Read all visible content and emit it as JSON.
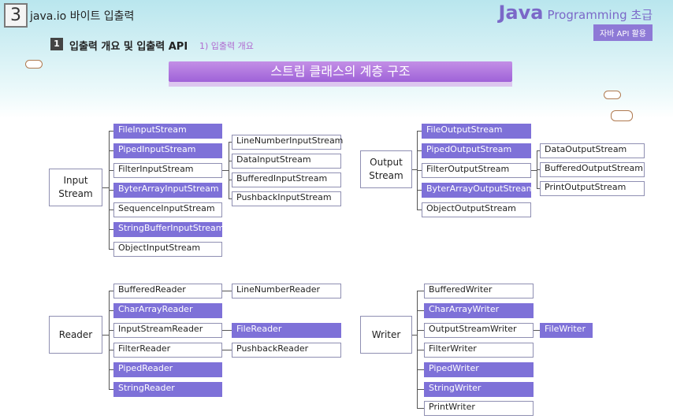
{
  "header": {
    "chapter_number": "3",
    "chapter_title": "java.io 바이트 입출력",
    "brand_java": "Java",
    "brand_programming": "Programming 초급",
    "brand_badge": "자바 API 활용"
  },
  "section": {
    "number": "1",
    "title": "입출력 개요 및 입출력 API",
    "subtitle": "1) 입출력 개요"
  },
  "banner": {
    "title": "스트림 클래스의 계층 구조"
  },
  "hierarchies": {
    "input": {
      "root": "Input Stream",
      "children": [
        "FileInputStream",
        "PipedInputStream",
        "FilterInputStream",
        "ByterArrayInputStream",
        "SequenceInputStream",
        "StringBufferInputStream",
        "ObjectInputStream"
      ],
      "filter_children": [
        "LineNumberInputStream",
        "DataInputStream",
        "BufferedInputStream",
        "PushbackInputStream"
      ]
    },
    "output": {
      "root": "Output Stream",
      "children": [
        "FileOutputStream",
        "PipedOutputStream",
        "FilterOutputStream",
        "ByterArrayOutputStream",
        "ObjectOutputStream"
      ],
      "filter_children": [
        "DataOutputStream",
        "BufferedOutputStream",
        "PrintOutputStream"
      ]
    },
    "reader": {
      "root": "Reader",
      "children": [
        "BufferedReader",
        "CharArrayReader",
        "InputStreamReader",
        "FilterReader",
        "PipedReader",
        "StringReader"
      ],
      "sub_children": [
        "LineNumberReader",
        "FileReader",
        "PushbackReader"
      ]
    },
    "writer": {
      "root": "Writer",
      "children": [
        "BufferedWriter",
        "CharArrayWriter",
        "OutputStreamWriter",
        "FilterWriter",
        "PipedWriter",
        "StringWriter",
        "PrintWriter"
      ],
      "sub_children": [
        "FileWriter"
      ]
    }
  },
  "colors": {
    "highlight": "#7e71d8",
    "banner": "#a86ddb",
    "brand": "#7b68c8"
  }
}
